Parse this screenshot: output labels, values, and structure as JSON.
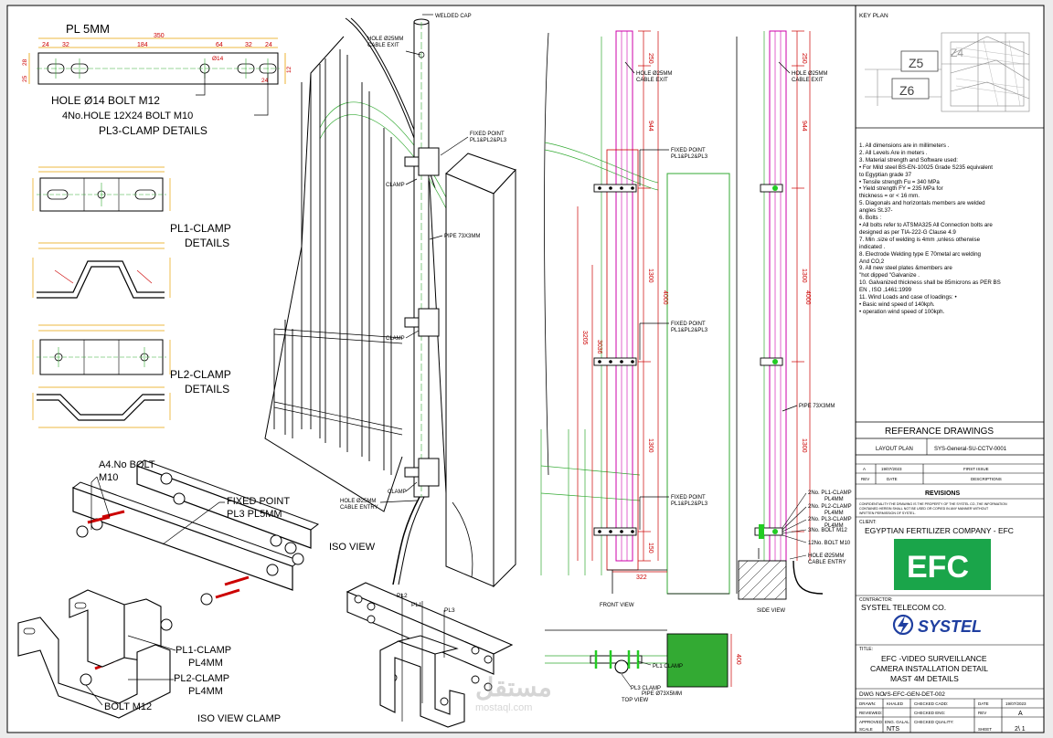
{
  "pl3": {
    "title": "PL 5MM",
    "dim_total": "350",
    "dims": [
      "24",
      "32",
      "184",
      "64",
      "32",
      "24"
    ],
    "dim_left": "28",
    "dim_left2": "25",
    "dim_right": "12",
    "dim_right2": "24",
    "hole_label": "Ø14",
    "note1": "HOLE Ø14 BOLT M12",
    "note2": "4No.HOLE 12X24 BOLT M10",
    "caption": "PL3-CLAMP DETAILS"
  },
  "pl1": {
    "caption1": "PL1-CLAMP",
    "caption2": "DETAILS"
  },
  "pl2": {
    "caption1": "PL2-CLAMP",
    "caption2": "DETAILS"
  },
  "iso_clamp": {
    "bolt_label1": "A4.No BOLT",
    "bolt_label2": "M10",
    "fixed_label1": "FIXED POINT",
    "fixed_label2": "PL3 PL5MM",
    "pl1_label1": "PL1-CLAMP",
    "pl1_label2": "PL4MM",
    "pl2_label1": "PL2-CLAMP",
    "pl2_label2": "PL4MM",
    "bolt_m12": "BOLT M12",
    "caption": "ISO VIEW CLAMP"
  },
  "iso": {
    "welded_cap": "WELDED CAP",
    "hole_exit1": "HOLE Ø25MM",
    "hole_exit2": "CABLE EXIT",
    "fixed_point1": "FIXED POINT",
    "fixed_point2": "PL1&PL2&PL3",
    "clamp": "CLAMP",
    "pipe": "PIPE 73X3MM",
    "hole_entry1": "HOLE Ø25MM",
    "hole_entry2": "CABLE ENTRY",
    "caption": "ISO VIEW",
    "pl1": "PL1",
    "pl2": "PL2",
    "pl3": "PL3"
  },
  "front": {
    "dim_top": "250",
    "dim_944": "944",
    "dim_1300a": "1300",
    "dim_4000": "4000",
    "dim_3205": "3205",
    "dim_3036": "3036",
    "dim_1300b": "1300",
    "dim_150": "150",
    "dim_322": "322",
    "hole1": "HOLE Ø25MM",
    "hole2": "CABLE EXIT",
    "fixed1": "FIXED POINT",
    "fixed2": "PL1&PL2&PL3",
    "caption": "FRONT VIEW"
  },
  "side": {
    "dim_top": "250",
    "dim_944": "944",
    "dim_1300a": "1300",
    "dim_4000": "4000",
    "dim_1300b": "1300",
    "hole1": "HOLE Ø25MM",
    "hole2": "CABLE EXIT",
    "pipe": "PIPE 73X3MM",
    "n1a": "2No. PL1-CLAMP",
    "n1b": "PL4MM",
    "n2a": "2No. PL2-CLAMP",
    "n2b": "PL4MM",
    "n3a": "2No. PL3-CLAMP",
    "n3b": "PL4MM",
    "n4": "3No. BOLT M12",
    "n5": "12No. BOLT M10",
    "entry1": "HOLE Ø25MM",
    "entry2": "CABLE ENTRY",
    "caption": "SIDE VIEW"
  },
  "top_view": {
    "pl1": "PL1 CLAMP",
    "pl3": "PL3 CLAMP",
    "caption": "TOP VIEW",
    "pipe": "PIPE Ø73X5MM",
    "dim": "400"
  },
  "key_plan": {
    "title": "KEY PLAN",
    "z5": "Z5",
    "z6": "Z6",
    "z_partial": "Z4"
  },
  "notes": [
    "1.  All dimensions are in millimeters .",
    "2.  All Levels Are in meters .",
    "3.  Material strength and Software used:",
    "•   For Mild steel  BS-EN-10025 Grade S235 equivalent",
    "     to Egyptian grade 37",
    "•   Tensile strength Fu = 340 MPa",
    "•   Yield strength FY = 235 MPa for",
    "     thickness = or < 16 mm.",
    "5.  Diagonals and horizontals members are welded",
    "     angles St.37-",
    "6.  Bolts :",
    "•   All bolts refer to ATSMA325 All Connection bolts are",
    "     designed as per TIA-222-G Clause 4.9",
    "7.  Min .size of welding is  4mm ,unless otherwise",
    "     indicated .",
    "8.  Electrode Welding type E 70metal arc welding",
    "     And CO,2",
    "9.  All new steel plates  &members are",
    "     \"hot dipped \"Galvanize .",
    "10.  Galvanized thickness shall be  85microns as PER BS",
    "      EN  , ISO ,1461:1999",
    "11.   Wind Loads and case of loadings: •",
    "•   Basic wind speed of  140kph.",
    "•   operation wind speed of  100kph."
  ],
  "reference": {
    "title": "REFERANCE DRAWINGS",
    "row_label": "LAYOUT PLAN",
    "row_value": "SYS-General-SU-CCTV-0001"
  },
  "revisions": {
    "rev": "A",
    "date": "19/07/2023",
    "desc": "FIRST ISSUE",
    "h_rev": "REV",
    "h_date": "DATE",
    "h_desc": "DESCRIPTIONS",
    "title": "REVISIONS"
  },
  "confidential": [
    "CONFIDENTIALITY:THE DRAWING IS THE PROPERTY OF THE SYSTEL CO.,THE INFORMATION",
    "CONTAINED HEREIN SHALL NOT BE USED OR COPIED IN ANY MANNER WITHOUT",
    "WRITTEN PERMISSION OF SYSTEL."
  ],
  "client": {
    "label": "CLIENT:",
    "name": "EGYPTIAN FERTILIZER COMPANY - EFC",
    "logo_text": "EFC"
  },
  "contractor": {
    "label": "CONTRACTOR:",
    "name": "SYSTEL TELECOM CO.",
    "logo_text": "SYSTEL"
  },
  "title_block": {
    "label": "TITLE:",
    "line1": "EFC -VIDEO SURVEILLANCE",
    "line2": "CAMERA INSTALLATION DETAIL",
    "line3": "MAST 4M DETAILS",
    "dwg_label": "DWG NO:",
    "dwg_no": "VS-EFC-GEN-DET-002",
    "drawn_label": "DRAWN:",
    "drawn": "KHALED",
    "checked_label": "CHECKED CADD:",
    "date_label": "DATE",
    "date": "19/07/2023",
    "reviewed_label": "REVIEWED:",
    "checked_eng": "CHECKED ENG:",
    "rev_label": "REV",
    "rev": "A",
    "approved_label": "APPROVED:",
    "approved": "ENG. GALAL",
    "checked_quality": "CHECKED QUALITY:",
    "scale_label": "SCALE",
    "scale": "NTS",
    "sheet_label": "SHEET",
    "sheet": "2\\ 1"
  },
  "watermark": {
    "arabic": "مستقل",
    "latin": "mostaql.com"
  }
}
